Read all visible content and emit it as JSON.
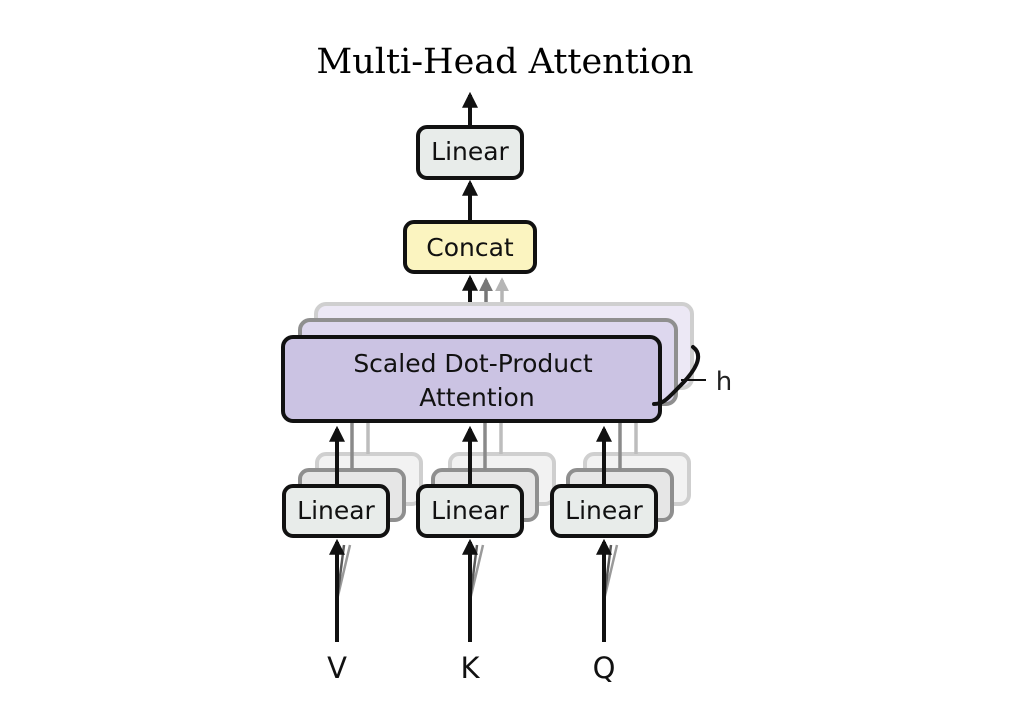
{
  "title": "Multi-Head Attention",
  "blocks": {
    "output_linear": "Linear",
    "concat": "Concat",
    "attention_line1": "Scaled Dot-Product",
    "attention_line2": "Attention",
    "input_linear_v": "Linear",
    "input_linear_k": "Linear",
    "input_linear_q": "Linear"
  },
  "heads_label": "h",
  "inputs": [
    "V",
    "K",
    "Q"
  ],
  "colors": {
    "linear_fill": "#e8ecea",
    "concat_fill": "#fbf4c0",
    "attention_fill": "#cbc3e3",
    "stroke": "#111111"
  }
}
